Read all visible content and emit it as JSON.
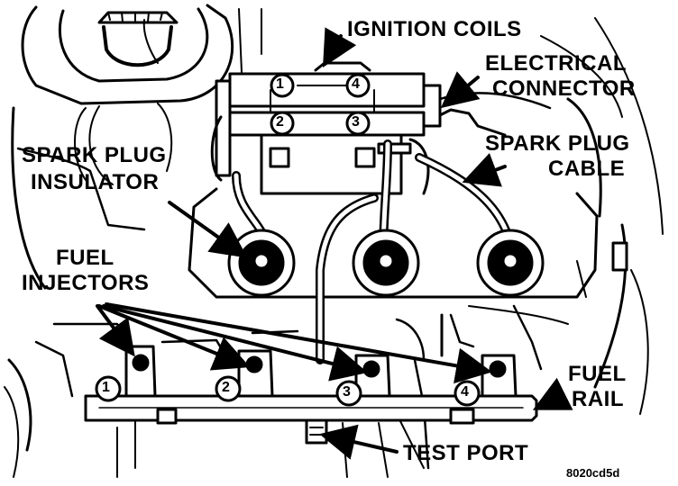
{
  "labels": {
    "ignition_coils": "IGNITION COILS",
    "electrical_connector_1": "ELECTRICAL",
    "electrical_connector_2": "CONNECTOR",
    "spark_plug_cable_1": "SPARK PLUG",
    "spark_plug_cable_2": "CABLE",
    "spark_plug_insulator_1": "SPARK PLUG",
    "spark_plug_insulator_2": "INSULATOR",
    "fuel_injectors_1": "FUEL",
    "fuel_injectors_2": "INJECTORS",
    "fuel_rail_1": "FUEL",
    "fuel_rail_2": "RAIL",
    "test_port": "TEST PORT"
  },
  "coil_numbers": [
    "1",
    "4",
    "2",
    "3"
  ],
  "injector_numbers": [
    "1",
    "2",
    "3",
    "4"
  ],
  "figure_code": "8020cd5d"
}
